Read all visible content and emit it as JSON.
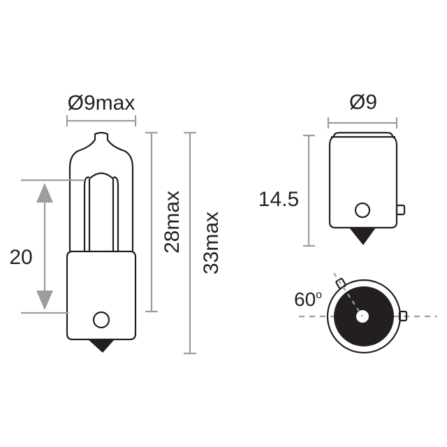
{
  "diagram": {
    "dimensions": {
      "glass_diameter": "Ø9max",
      "base_diameter": "Ø9",
      "filament_height": "20",
      "height_28": "28max",
      "height_33": "33max",
      "base_height": "14.5",
      "pin_angle": "60",
      "pin_angle_unit": "o"
    },
    "colors": {
      "outline": "#231f20",
      "dimension_line": "#9d9d9c",
      "base_fill": "#231f20",
      "background": "#ffffff"
    }
  }
}
